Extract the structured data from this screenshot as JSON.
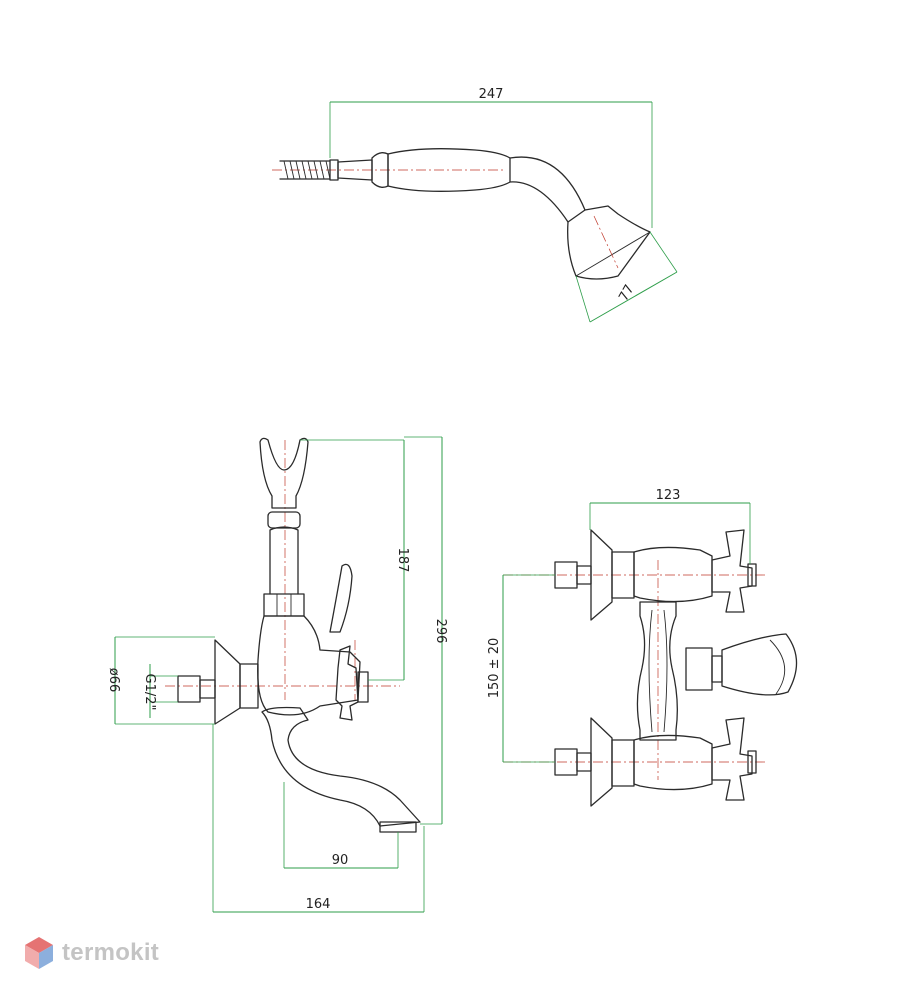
{
  "dimensions": {
    "hand_shower_length": "247",
    "shower_head_diameter": "77",
    "holder_height": "187",
    "total_height": "296",
    "flange_diameter": "ø66",
    "inlet_thread": "G1/2\"",
    "spout_reach": "90",
    "total_depth": "164",
    "handle_span": "123",
    "inlet_centers": "150 ± 20"
  },
  "colors": {
    "outline": "#2b2b2b",
    "dimension_lines": "#2e9e4a",
    "center_lines": "#c0392b",
    "watermark_text": "#c4c4c4",
    "logo_red": "#e05a5a",
    "logo_blue": "#7fa6d9"
  },
  "brand": {
    "name": "termokit",
    "icon": "cube-logo-icon"
  }
}
